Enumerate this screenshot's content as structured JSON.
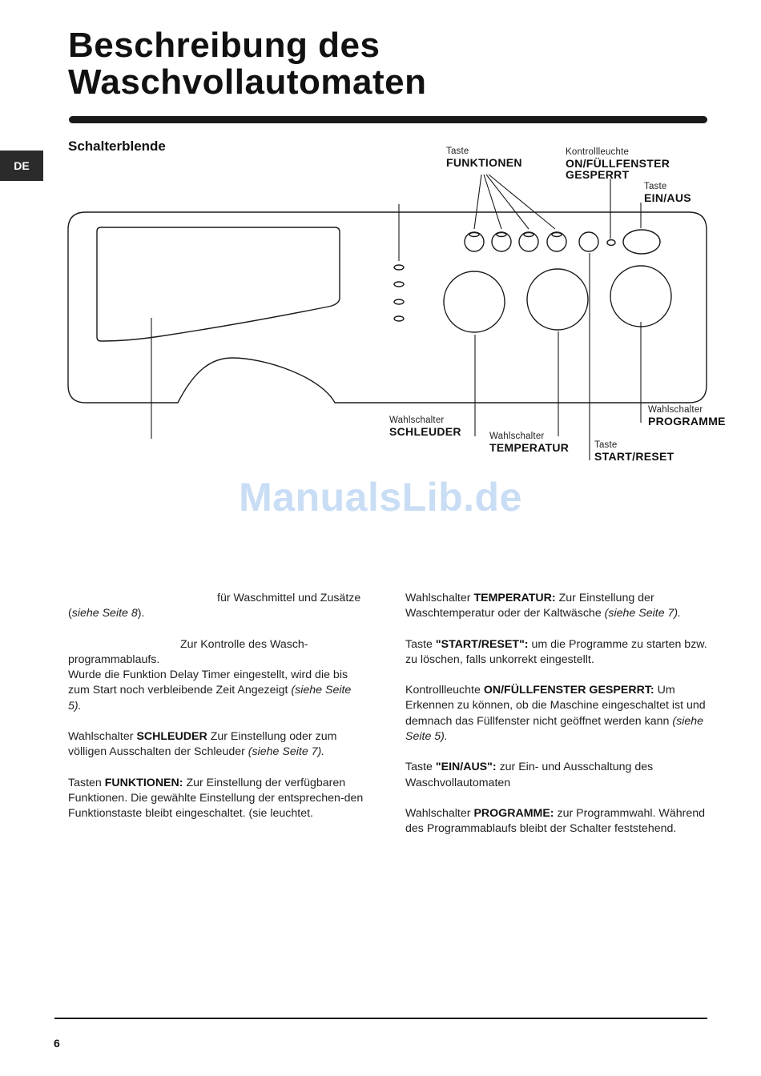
{
  "title": {
    "line1": "Beschreibung des",
    "line2": "Waschvollautomaten"
  },
  "lang_tab": "DE",
  "section_heading": "Schalterblende",
  "callouts": {
    "funktionen": {
      "small": "Taste",
      "big": "FUNKTIONEN"
    },
    "kontrollleuchte": {
      "small": "Kontrollleuchte",
      "big1": "ON/FÜLLFENSTER",
      "big2": "GESPERRT"
    },
    "einaus": {
      "small": "Taste",
      "big": "EIN/AUS"
    },
    "schleuder": {
      "small": "Wahlschalter",
      "big": "SCHLEUDER"
    },
    "temperatur": {
      "small": "Wahlschalter",
      "big": "TEMPERATUR"
    },
    "startreset": {
      "small": "Taste",
      "big": "START/RESET"
    },
    "programme": {
      "small": "Wahlschalter",
      "big": "PROGRAMME"
    }
  },
  "watermark": "ManualsLib.de",
  "left_column": {
    "p1": {
      "text": "für Waschmittel und Zusätze (",
      "italic": "siehe Seite 8",
      "end": ")."
    },
    "p2": {
      "text1": "Zur Kontrolle des Wasch-programmablaufs.",
      "text2": "Wurde die Funktion Delay Timer eingestellt, wird die bis zum Start noch verbleibende Zeit Angezeigt",
      "italic": "(siehe Seite 5)."
    },
    "p3": {
      "pre": "Wahlschalter",
      "bold": "SCHLEUDER",
      "text": "Zur Einstellung oder zum völligen Ausschalten der Schleuder",
      "italic": "(siehe Seite 7)."
    },
    "p4": {
      "pre": "Tasten",
      "bold": "FUNKTIONEN:",
      "text": "Zur Einstellung der verfügbaren Funktionen. Die gewählte Einstellung der entsprechen-den Funktionstaste bleibt eingeschaltet. (sie leuchtet."
    }
  },
  "right_column": {
    "p1": {
      "pre": "Wahlschalter",
      "bold": "TEMPERATUR:",
      "text": "Zur Einstellung der Waschtemperatur oder der Kaltwäsche",
      "italic": "(siehe Seite 7)."
    },
    "p2": {
      "pre": "Taste",
      "bold": "\"START/RESET\":",
      "text": "um die Programme zu starten bzw. zu löschen, falls unkorrekt eingestellt."
    },
    "p3": {
      "pre": "Kontrollleuchte",
      "bold": "ON/FÜLLFENSTER GESPERRT:",
      "text": "Um Erkennen zu können, ob die Maschine eingeschaltet ist und demnach das Füllfenster nicht geöffnet werden kann",
      "italic": "(siehe Seite 5)."
    },
    "p4": {
      "pre": "Taste",
      "bold": "\"EIN/AUS\":",
      "text": "zur Ein- und Ausschaltung des Waschvollautomaten"
    },
    "p5": {
      "pre": "Wahlschalter",
      "bold": "PROGRAMME:",
      "text": "zur Programmwahl. Während des Programmablaufs bleibt der Schalter feststehend."
    }
  },
  "page_number": "6"
}
